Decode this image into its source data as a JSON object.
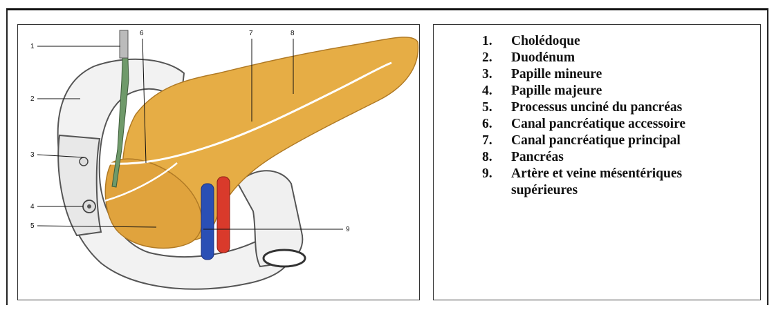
{
  "figure": {
    "callouts": [
      "1",
      "2",
      "3",
      "4",
      "5",
      "6",
      "7",
      "8",
      "9"
    ],
    "colors": {
      "pancreas": "#e6ad45",
      "pancreas_dark": "#c9892b",
      "duodenum": "#f2f2f2",
      "artery": "#d93a2b",
      "vein": "#2a4fb5",
      "bile_duct": "#6f9a6a"
    }
  },
  "legend": {
    "items": [
      {
        "num": "1.",
        "text": "Cholédoque"
      },
      {
        "num": "2.",
        "text": "Duodénum"
      },
      {
        "num": "3.",
        "text": "Papille mineure"
      },
      {
        "num": "4.",
        "text": "Papille majeure"
      },
      {
        "num": "5.",
        "text": "Processus unciné du pancréas"
      },
      {
        "num": "6.",
        "text": "Canal pancréatique accessoire"
      },
      {
        "num": "7.",
        "text": "Canal pancréatique principal"
      },
      {
        "num": "8.",
        "text": "Pancréas"
      },
      {
        "num": "9.",
        "text": "Artère et veine mésentériques supérieures"
      }
    ]
  }
}
